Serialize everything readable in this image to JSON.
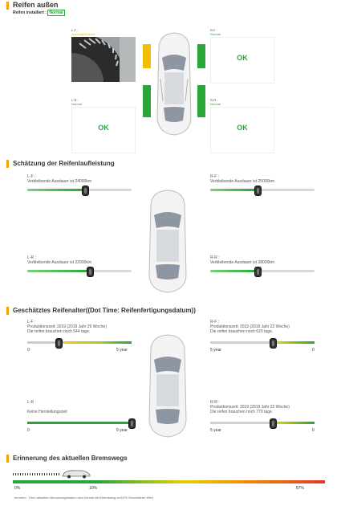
{
  "section1": {
    "title": "Reifen außen",
    "installed_label": "Reifen installiert :",
    "installed_value": "Normal",
    "lf": {
      "pos": "L-F :",
      "status": "Anomaly/Unsure"
    },
    "rf": {
      "pos": "R-F :",
      "status": "Normal",
      "result": "OK"
    },
    "lr": {
      "pos": "L-R :",
      "status": "Normal",
      "result": "OK"
    },
    "rr": {
      "pos": "R-R :",
      "status": "Normal",
      "result": "OK"
    }
  },
  "section2": {
    "title": "Schätzung der Reifenlaufleistung",
    "lf": {
      "pos": "L-F :",
      "text": "Verbleibende Ausdauer ist 24000km",
      "fraction": 0.55
    },
    "rf": {
      "pos": "R-F :",
      "text": "Verbleibende Ausdauer ist 25000km",
      "fraction": 0.45
    },
    "lr": {
      "pos": "L-R :",
      "text": "Verbleibende Ausdauer ist 22000km",
      "fraction": 0.6
    },
    "rr": {
      "pos": "R-R :",
      "text": "Verbleibende Ausdauer ist 28000km",
      "fraction": 0.45
    }
  },
  "section3": {
    "title": "Geschätztes Reifenalter((Dot Time: Reifenfertigungsdatum))",
    "axis_min": "0",
    "axis_max": "5 year",
    "lf": {
      "pos": "L-F :",
      "line1": "Produktionszeit: 2019 (2019 Jahr 29 Woche)",
      "line2": "Die reifen brauchen noch 544 tage.",
      "fraction": 0.3
    },
    "rf": {
      "pos": "R-F :",
      "line1": "Produktionszeit: 2019 (2019 Jahr 22 Woche)",
      "line2": "Die reifen brauchen noch 620 tage.",
      "fraction": 0.6
    },
    "lr": {
      "pos": "L-R :",
      "line1": "Keine Herstellungszeit",
      "line2": "",
      "fraction": 1.0
    },
    "rr": {
      "pos": "R-R :",
      "line1": "Produktionszeit: 2019 (2019 Jahr 22 Woche)",
      "line2": "Die reifen brauchen noch 779 tage.",
      "fraction": 0.6
    }
  },
  "section4": {
    "title": "Erinnerung des aktuellen Bremswegs",
    "tick_0": "0%",
    "tick_10": "10%",
    "tick_87": "87%",
    "note": "erinnern : Dem aktuellen Abnutzungsstatus nach könnte der Bremsweg um10% Geschätzter Wert"
  },
  "colors": {
    "accent": "#f5a400",
    "green": "#2aa53a",
    "yellow": "#e2b400",
    "red": "#e03a2a"
  }
}
